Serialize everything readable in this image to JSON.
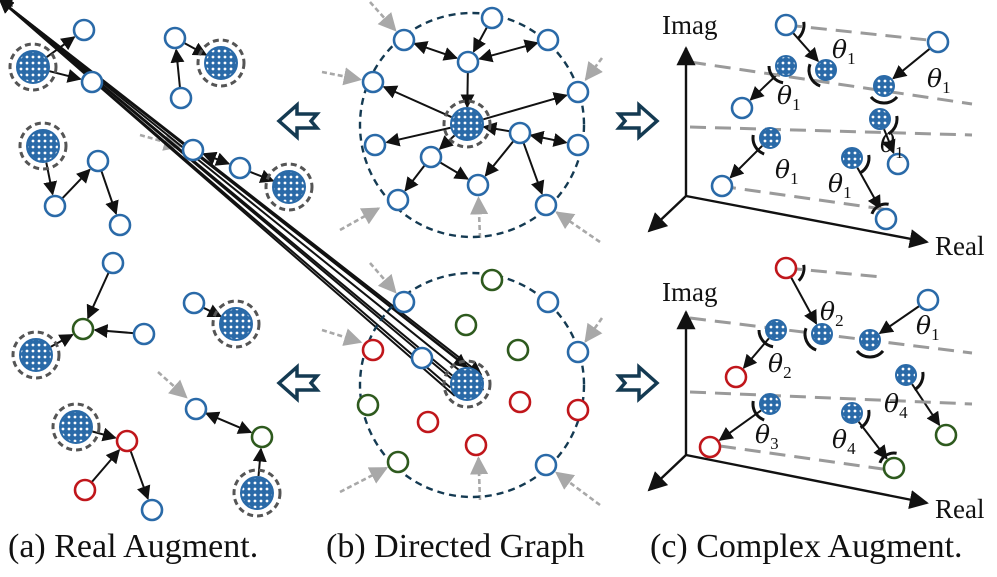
{
  "captions": {
    "a": "(a) Real Augment.",
    "b": "(b) Directed Graph",
    "c": "(c) Complex Augment."
  },
  "axes": {
    "imag": "Imag",
    "real": "Real"
  },
  "theta_symbol": "θ",
  "top_thetas": [
    "1",
    "1",
    "1",
    "1",
    "1",
    "1"
  ],
  "bottom_thetas": [
    "2",
    "1",
    "2",
    "4",
    "3",
    "4"
  ],
  "colors": {
    "node_blue": "#2a6aa8",
    "node_red": "#c0161b",
    "node_green": "#2e5a1e",
    "ring_dark": "#143a52",
    "gray_dash": "#9a9a9a",
    "halo": "#555555"
  }
}
